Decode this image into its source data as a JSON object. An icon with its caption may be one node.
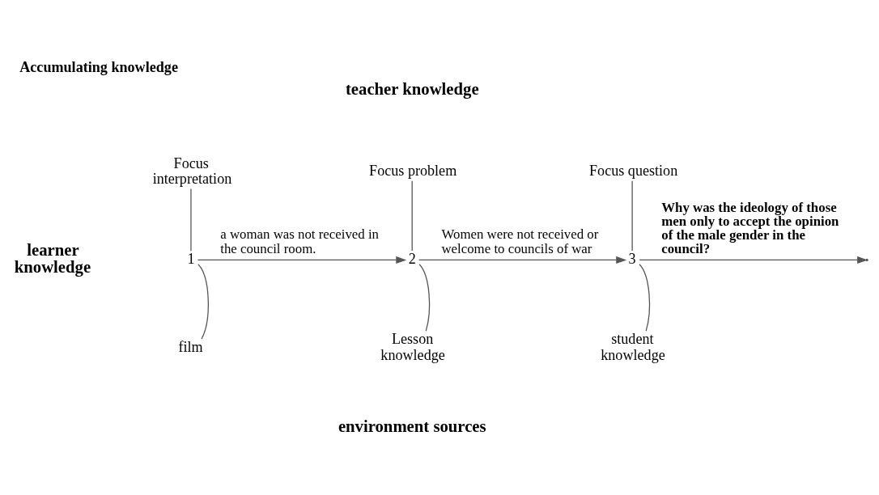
{
  "diagram": {
    "title": "Accumulating knowledge",
    "nodes": [
      {
        "text": [
          "Focus interpretation"
        ]
      },
      {
        "text": [
          "Focus problem"
        ]
      },
      {
        "text": [
          "Focus question"
        ]
      },
      {
        "text": [
          "1"
        ]
      },
      {
        "text": [
          "2"
        ]
      },
      {
        "text": [
          "3"
        ]
      },
      {
        "text": [
          "film"
        ]
      },
      {
        "text": [
          "Lesson knowledge"
        ]
      },
      {
        "text": [
          "student knowledge"
        ]
      }
    ],
    "edges": [
      {
        "from": 3,
        "to": 4,
        "arrow": "to",
        "label": "a woman was not received in the council room."
      },
      {
        "from": 4,
        "to": 5,
        "arrow": "to",
        "label": "Women were not received or welcome to councils of war"
      },
      {
        "from": 5,
        "to": null,
        "arrow": "to",
        "label": "Why was the ideology of those men only to accept the opinion of the male gender in the council?"
      },
      {
        "from": 0,
        "to": 3,
        "arrow": "none"
      },
      {
        "from": 1,
        "to": 4,
        "arrow": "none"
      },
      {
        "from": 2,
        "to": 5,
        "arrow": "none"
      },
      {
        "from": 6,
        "to": 3,
        "arrow": "none"
      },
      {
        "from": 7,
        "to": 4,
        "arrow": "none"
      },
      {
        "from": 8,
        "to": 5,
        "arrow": "none"
      }
    ],
    "labels": [
      "teacher knowledge",
      "learner knowledge",
      "environment sources"
    ]
  }
}
